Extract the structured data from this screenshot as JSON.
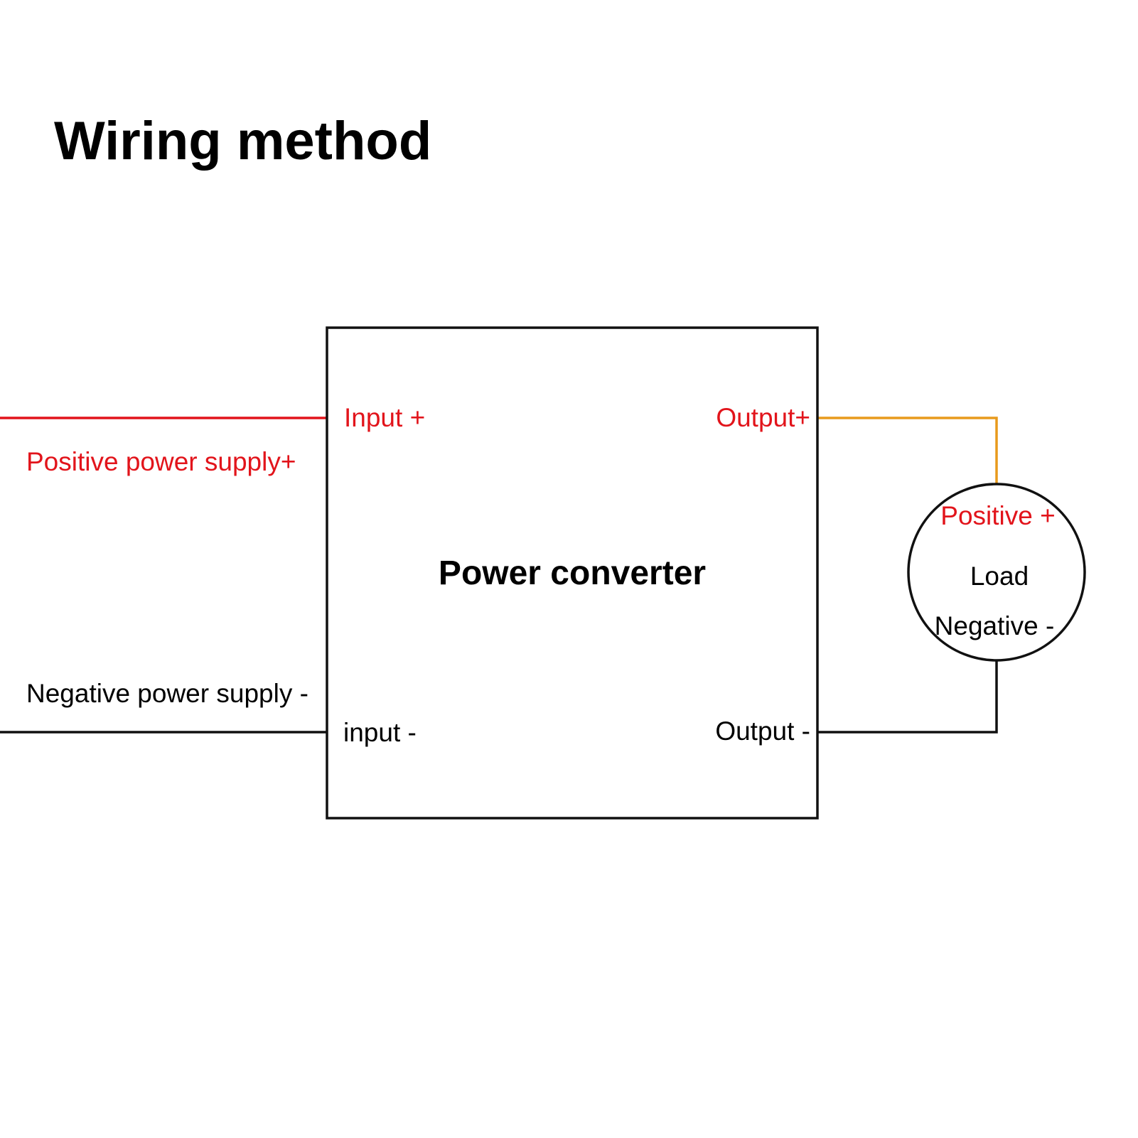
{
  "title": "Wiring method",
  "converter": {
    "name": "Power converter",
    "input_positive": "Input +",
    "input_negative": "input -",
    "output_positive": "Output+",
    "output_negative": "Output -"
  },
  "supply": {
    "positive": "Positive power supply+",
    "negative": "Negative power supply -"
  },
  "load": {
    "name": "Load",
    "positive": "Positive +",
    "negative": "Negative -"
  },
  "colors": {
    "positive_wire": "#e2141b",
    "output_wire": "#e89a1c",
    "negative_wire": "#111111",
    "positive_text": "#e2141b",
    "text": "#000000"
  }
}
